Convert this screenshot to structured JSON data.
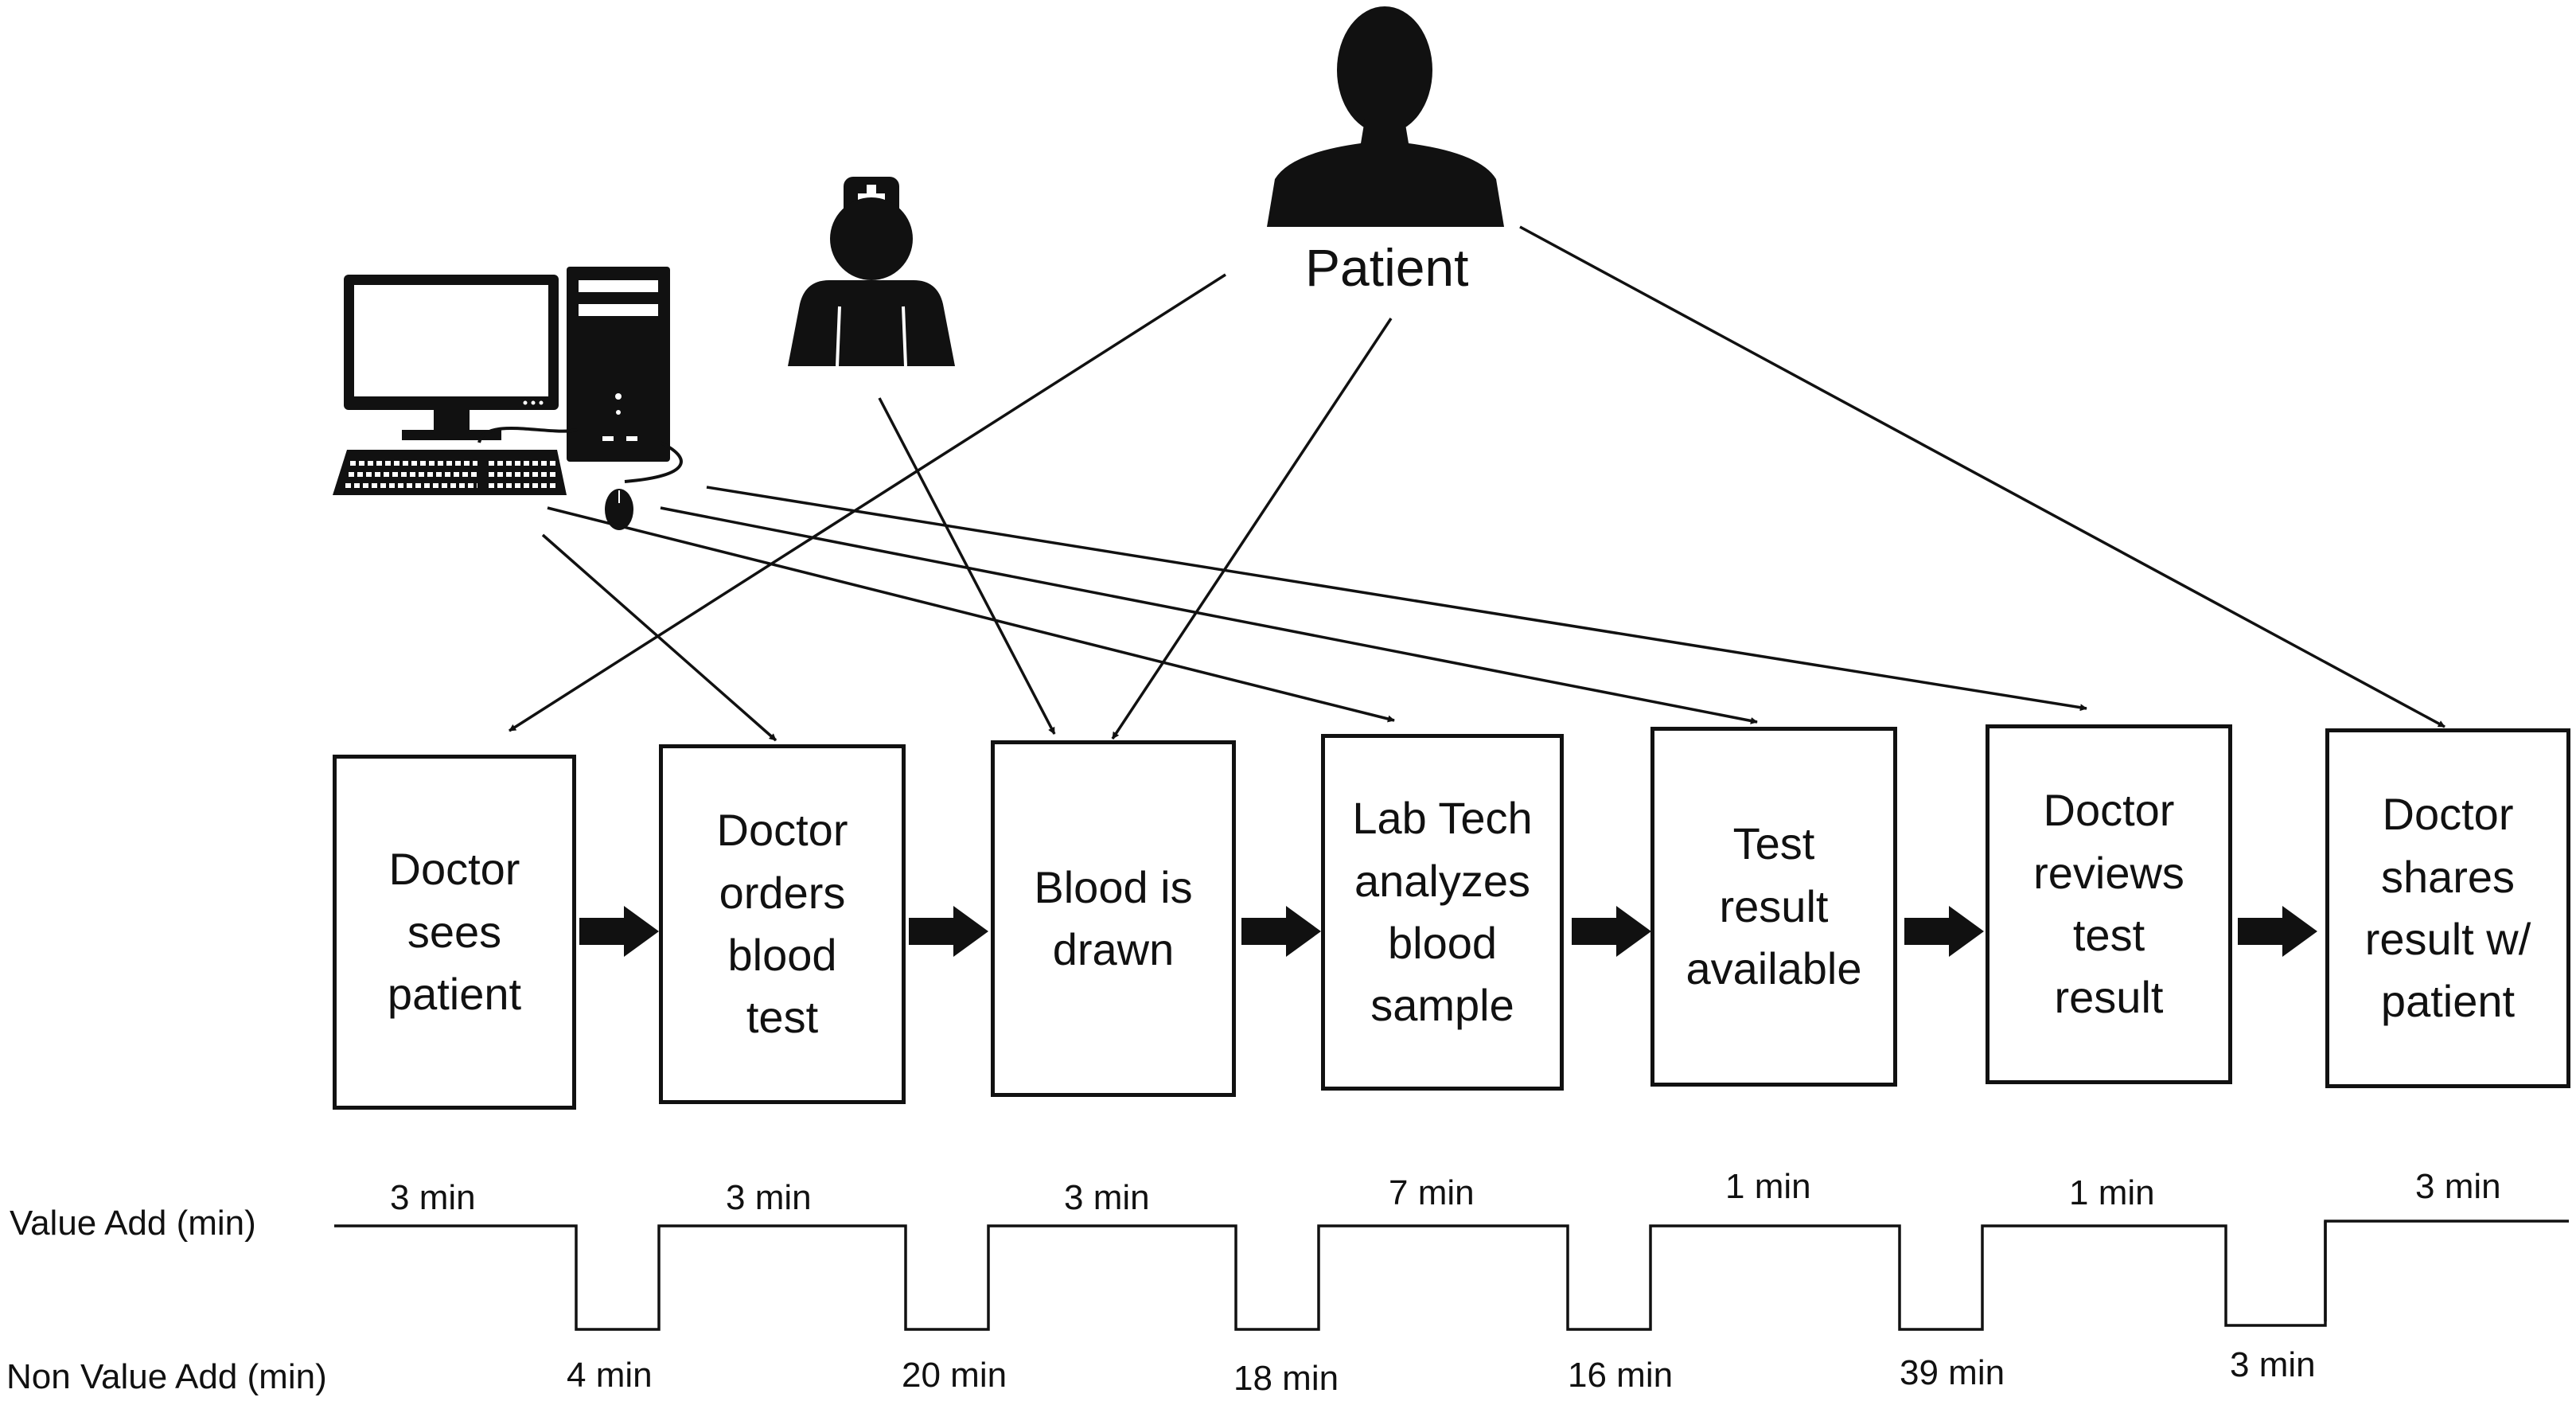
{
  "actors": {
    "patient": {
      "label": "Patient",
      "icon": "patient-silhouette-icon"
    },
    "nurse": {
      "icon": "nurse-silhouette-icon"
    },
    "computer": {
      "icon": "desktop-computer-icon"
    }
  },
  "process_steps": [
    {
      "label": "Doctor\nsees\npatient"
    },
    {
      "label": "Doctor\norders\nblood\ntest"
    },
    {
      "label": "Blood is\ndrawn"
    },
    {
      "label": "Lab Tech\nanalyzes\nblood\nsample"
    },
    {
      "label": "Test\nresult\navailable"
    },
    {
      "label": "Doctor\nreviews\ntest\nresult"
    },
    {
      "label": "Doctor\nshares\nresult w/\npatient"
    }
  ],
  "timeline": {
    "value_add_label": "Value Add (min)",
    "non_value_add_label": "Non Value Add (min)",
    "value_add": [
      "3 min",
      "3 min",
      "3 min",
      "7 min",
      "1 min",
      "1 min",
      "3 min"
    ],
    "non_value_add": [
      "4 min",
      "20 min",
      "18 min",
      "16 min",
      "39 min",
      "3 min"
    ]
  },
  "colors": {
    "ink": "#111111",
    "background": "#ffffff"
  }
}
